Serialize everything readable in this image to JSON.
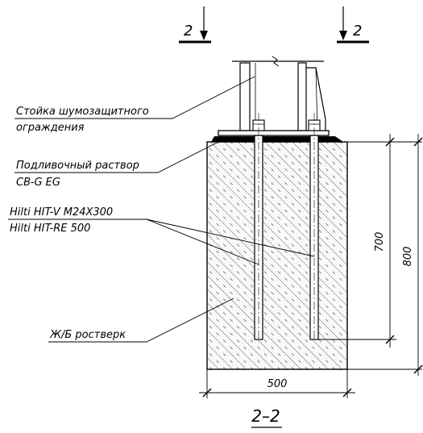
{
  "section_marks": {
    "left": "2",
    "right": "2"
  },
  "labels": {
    "post_line1": "Стойка шумозащитного",
    "post_line2": "ограждения",
    "grout_line1": "Подливочный раствор",
    "grout_line2": "CB-G EG",
    "anchor_line1": "Hilti HIT-V M24X300",
    "anchor_line2": "Hilti HIT-RE 500",
    "raft": "Ж/Б ростверк"
  },
  "dimensions": {
    "width": "500",
    "embed": "700",
    "height": "800"
  },
  "title": "2–2",
  "colors": {
    "line": "#000000",
    "concrete_dots": "#b5b5b5"
  }
}
